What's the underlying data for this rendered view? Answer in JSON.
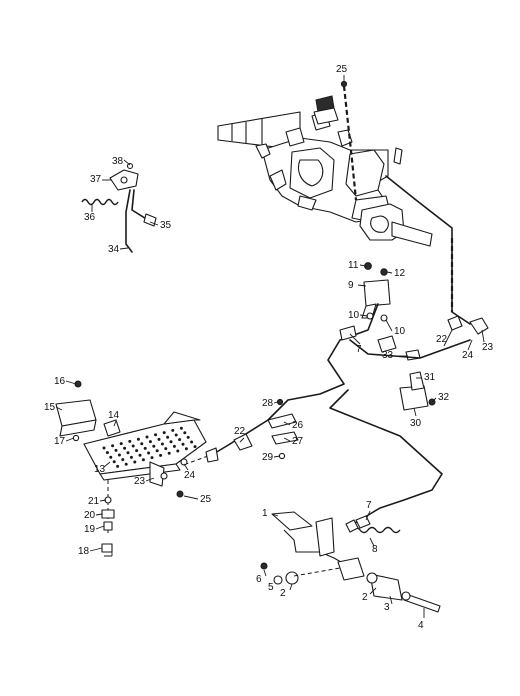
{
  "callouts": [
    {
      "id": "c25a",
      "text": "25"
    },
    {
      "id": "c38",
      "text": "38"
    },
    {
      "id": "c37",
      "text": "37"
    },
    {
      "id": "c36",
      "text": "36"
    },
    {
      "id": "c35",
      "text": "35"
    },
    {
      "id": "c34",
      "text": "34"
    },
    {
      "id": "c11",
      "text": "11"
    },
    {
      "id": "c12",
      "text": "12"
    },
    {
      "id": "c9",
      "text": "9"
    },
    {
      "id": "c10a",
      "text": "10"
    },
    {
      "id": "c10b",
      "text": "10"
    },
    {
      "id": "c7a",
      "text": "7"
    },
    {
      "id": "c33",
      "text": "33"
    },
    {
      "id": "c22a",
      "text": "22"
    },
    {
      "id": "c24a",
      "text": "24"
    },
    {
      "id": "c23a",
      "text": "23"
    },
    {
      "id": "c31",
      "text": "31"
    },
    {
      "id": "c32",
      "text": "32"
    },
    {
      "id": "c30",
      "text": "30"
    },
    {
      "id": "c16",
      "text": "16"
    },
    {
      "id": "c15",
      "text": "15"
    },
    {
      "id": "c14",
      "text": "14"
    },
    {
      "id": "c17",
      "text": "17"
    },
    {
      "id": "c13",
      "text": "13"
    },
    {
      "id": "c28",
      "text": "28"
    },
    {
      "id": "c26",
      "text": "26"
    },
    {
      "id": "c27",
      "text": "27"
    },
    {
      "id": "c29",
      "text": "29"
    },
    {
      "id": "c22b",
      "text": "22"
    },
    {
      "id": "c23b",
      "text": "23"
    },
    {
      "id": "c24b",
      "text": "24"
    },
    {
      "id": "c25b",
      "text": "25"
    },
    {
      "id": "c21",
      "text": "21"
    },
    {
      "id": "c20",
      "text": "20"
    },
    {
      "id": "c19",
      "text": "19"
    },
    {
      "id": "c18",
      "text": "18"
    },
    {
      "id": "c7b",
      "text": "7"
    },
    {
      "id": "c1",
      "text": "1"
    },
    {
      "id": "c8",
      "text": "8"
    },
    {
      "id": "c6",
      "text": "6"
    },
    {
      "id": "c5",
      "text": "5"
    },
    {
      "id": "c2a",
      "text": "2"
    },
    {
      "id": "c2b",
      "text": "2"
    },
    {
      "id": "c3",
      "text": "3"
    },
    {
      "id": "c4",
      "text": "4"
    }
  ]
}
